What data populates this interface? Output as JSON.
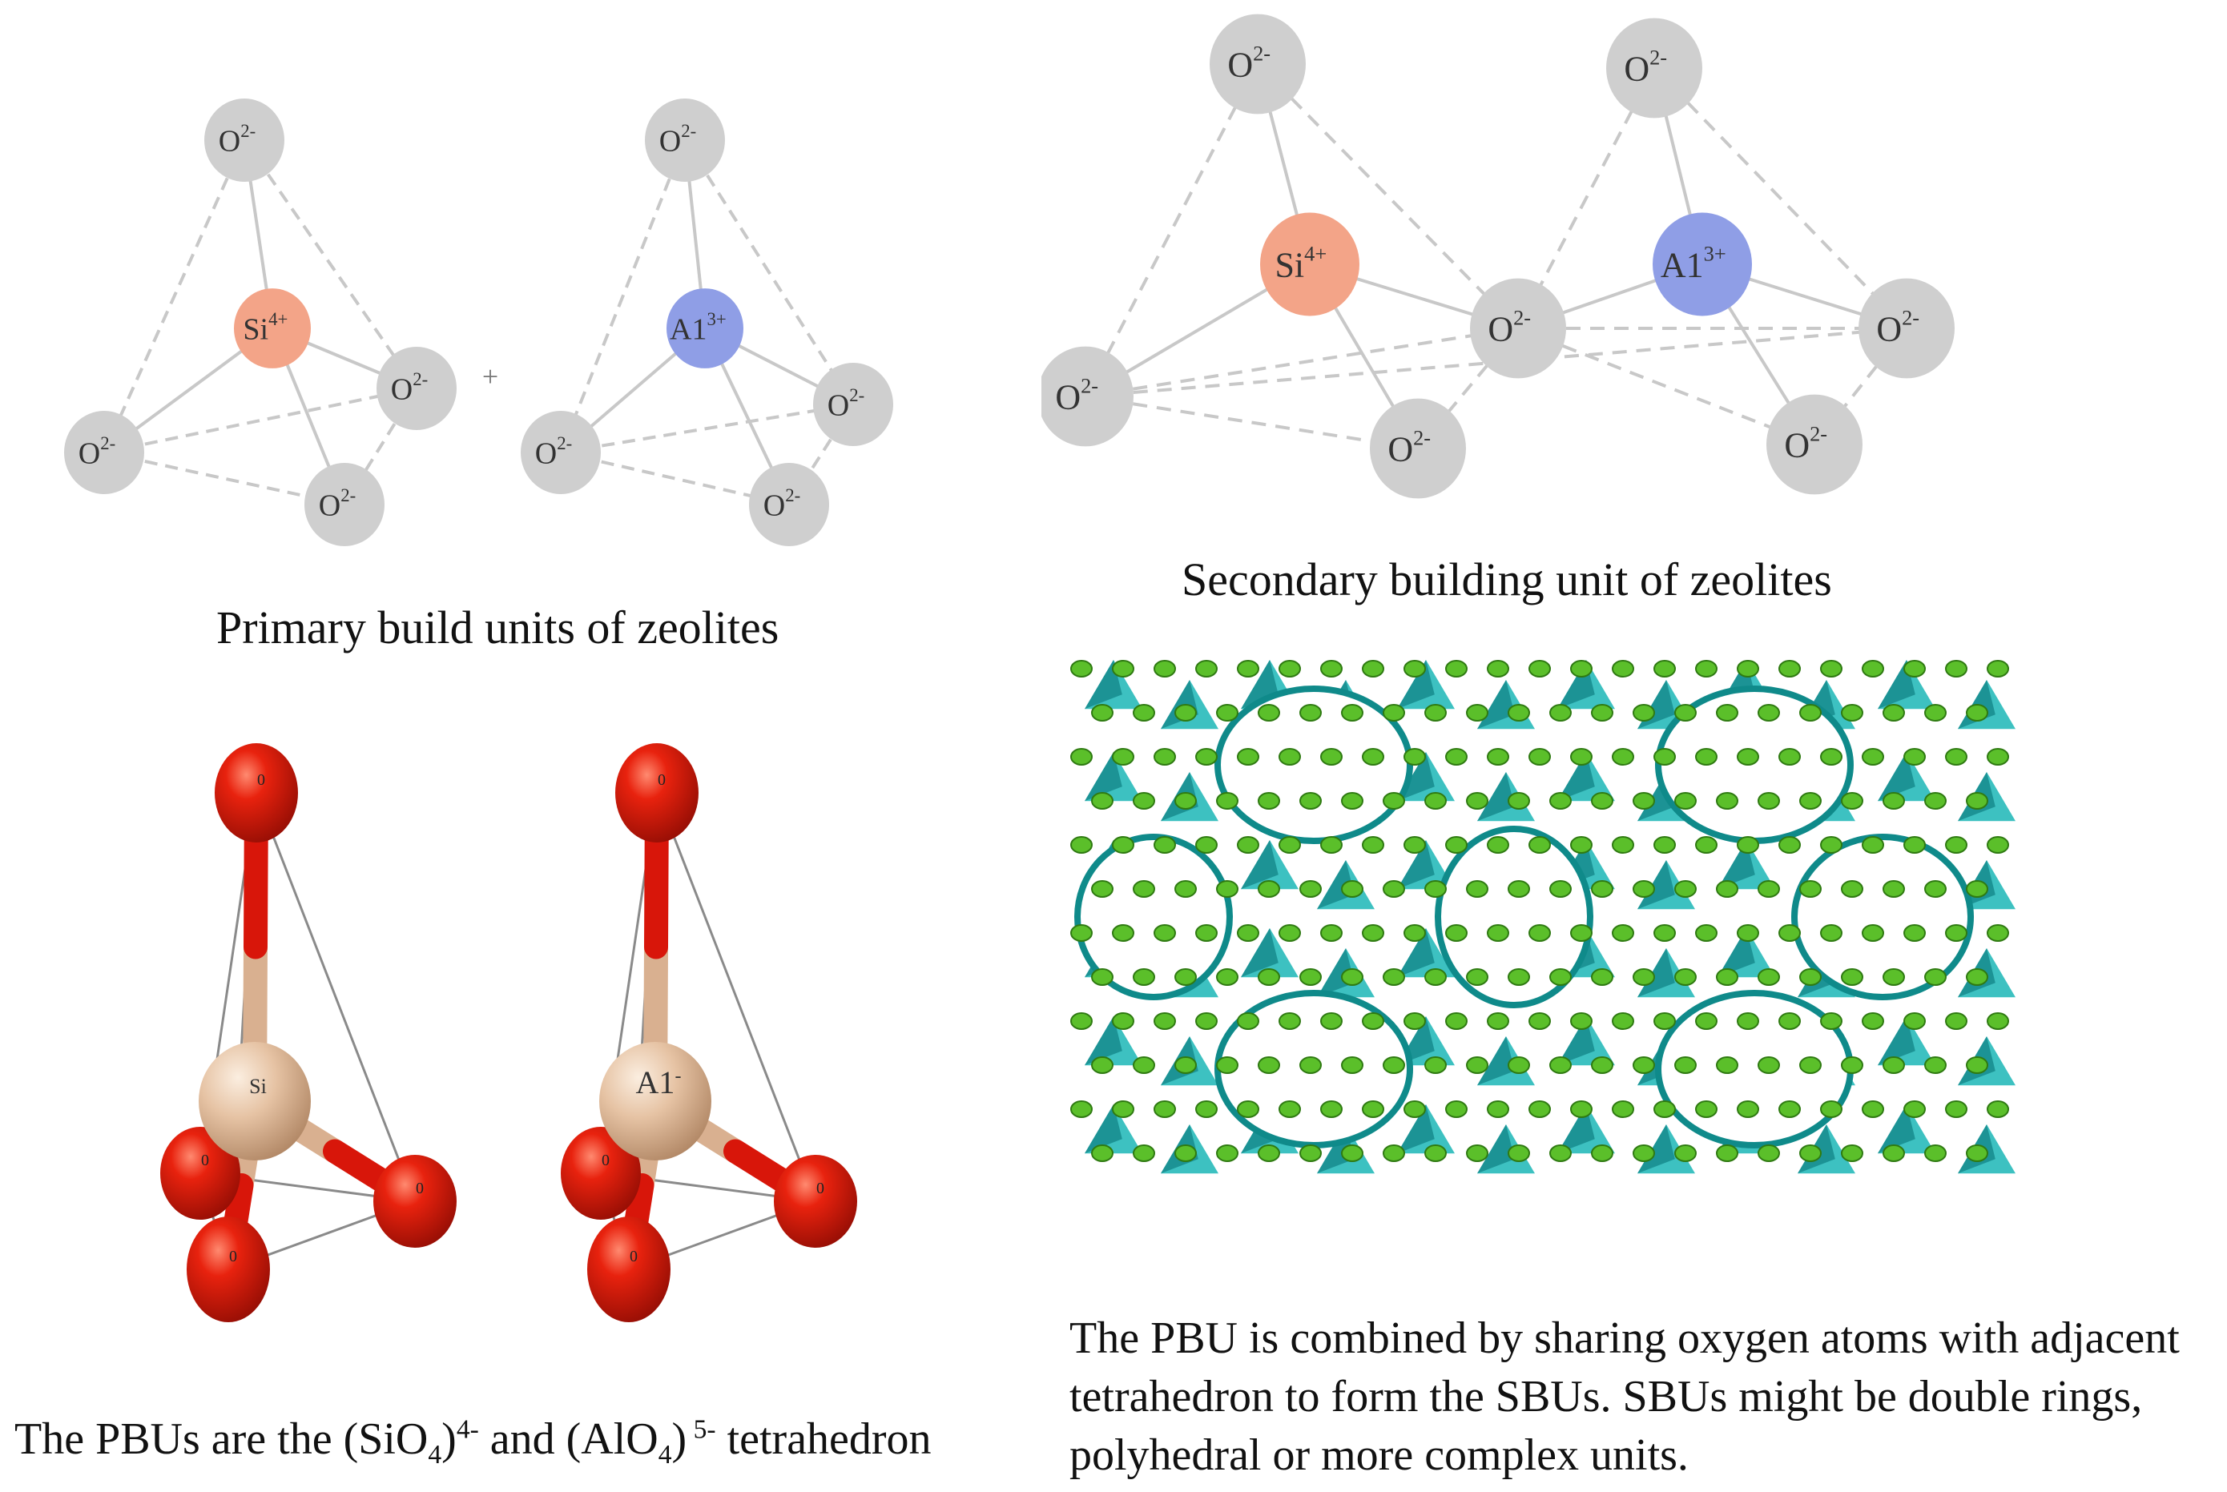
{
  "labels": {
    "oxygen": "O",
    "oxygen_charge": "2-",
    "silicon": "Si",
    "silicon_charge": "4+",
    "aluminium": "A1",
    "aluminium_charge": "3+",
    "plus": "+",
    "ball_o": "0",
    "ball_si": "Si",
    "ball_al": "A1",
    "ball_al_sup": "-"
  },
  "captions": {
    "primary": "Primary build units of zeolites",
    "secondary": "Secondary building unit of zeolites",
    "pbu": {
      "part1": "The PBUs are the (SiO",
      "sub1": "4",
      "part2": ")",
      "sup1": "4-",
      "part3": " and (AlO",
      "sub2": "4",
      "part4": ")",
      "sup2": " 5-",
      "part5": " tetrahedron"
    },
    "sbu_lines": [
      "The PBU is combined by sharing oxygen atoms with adjacent",
      "tetrahedron to form the SBUs. SBUs might be double rings,",
      "polyhedral or more complex units."
    ]
  },
  "colors": {
    "oxygen_grey": "#cfcfcf",
    "silicon": "#f3a488",
    "aluminium": "#8f9ee6",
    "ball_oxygen": "#e01a0a",
    "ball_central": "#e6c3a4",
    "framework_teal": "#1bb6b6",
    "framework_green": "#5bbf2a"
  }
}
